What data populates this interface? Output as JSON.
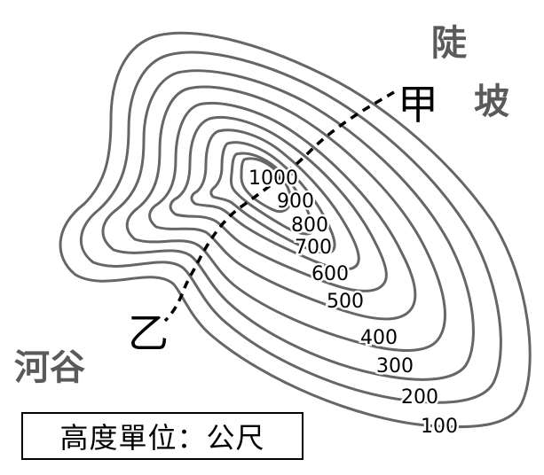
{
  "map": {
    "contours": [
      {
        "id": "c100",
        "elevation": "100"
      },
      {
        "id": "c200",
        "elevation": "200"
      },
      {
        "id": "c300",
        "elevation": "300"
      },
      {
        "id": "c400",
        "elevation": "400"
      },
      {
        "id": "c500",
        "elevation": "500"
      },
      {
        "id": "c600",
        "elevation": "600"
      },
      {
        "id": "c700",
        "elevation": "700"
      },
      {
        "id": "c800",
        "elevation": "800"
      },
      {
        "id": "c900",
        "elevation": "900"
      },
      {
        "id": "c1000",
        "elevation": "1000"
      }
    ],
    "contour_color": "#666666",
    "profile_line": {
      "start_label": "甲",
      "end_label": "乙",
      "style": "dashed",
      "color": "#000000"
    },
    "terrain_labels": {
      "steep_slope": "陡 坡",
      "steep_slope_top": "陡",
      "steep_slope_bottom": "坡",
      "river_valley": "河谷"
    },
    "legend": {
      "unit_text": "高度單位：公尺"
    }
  }
}
